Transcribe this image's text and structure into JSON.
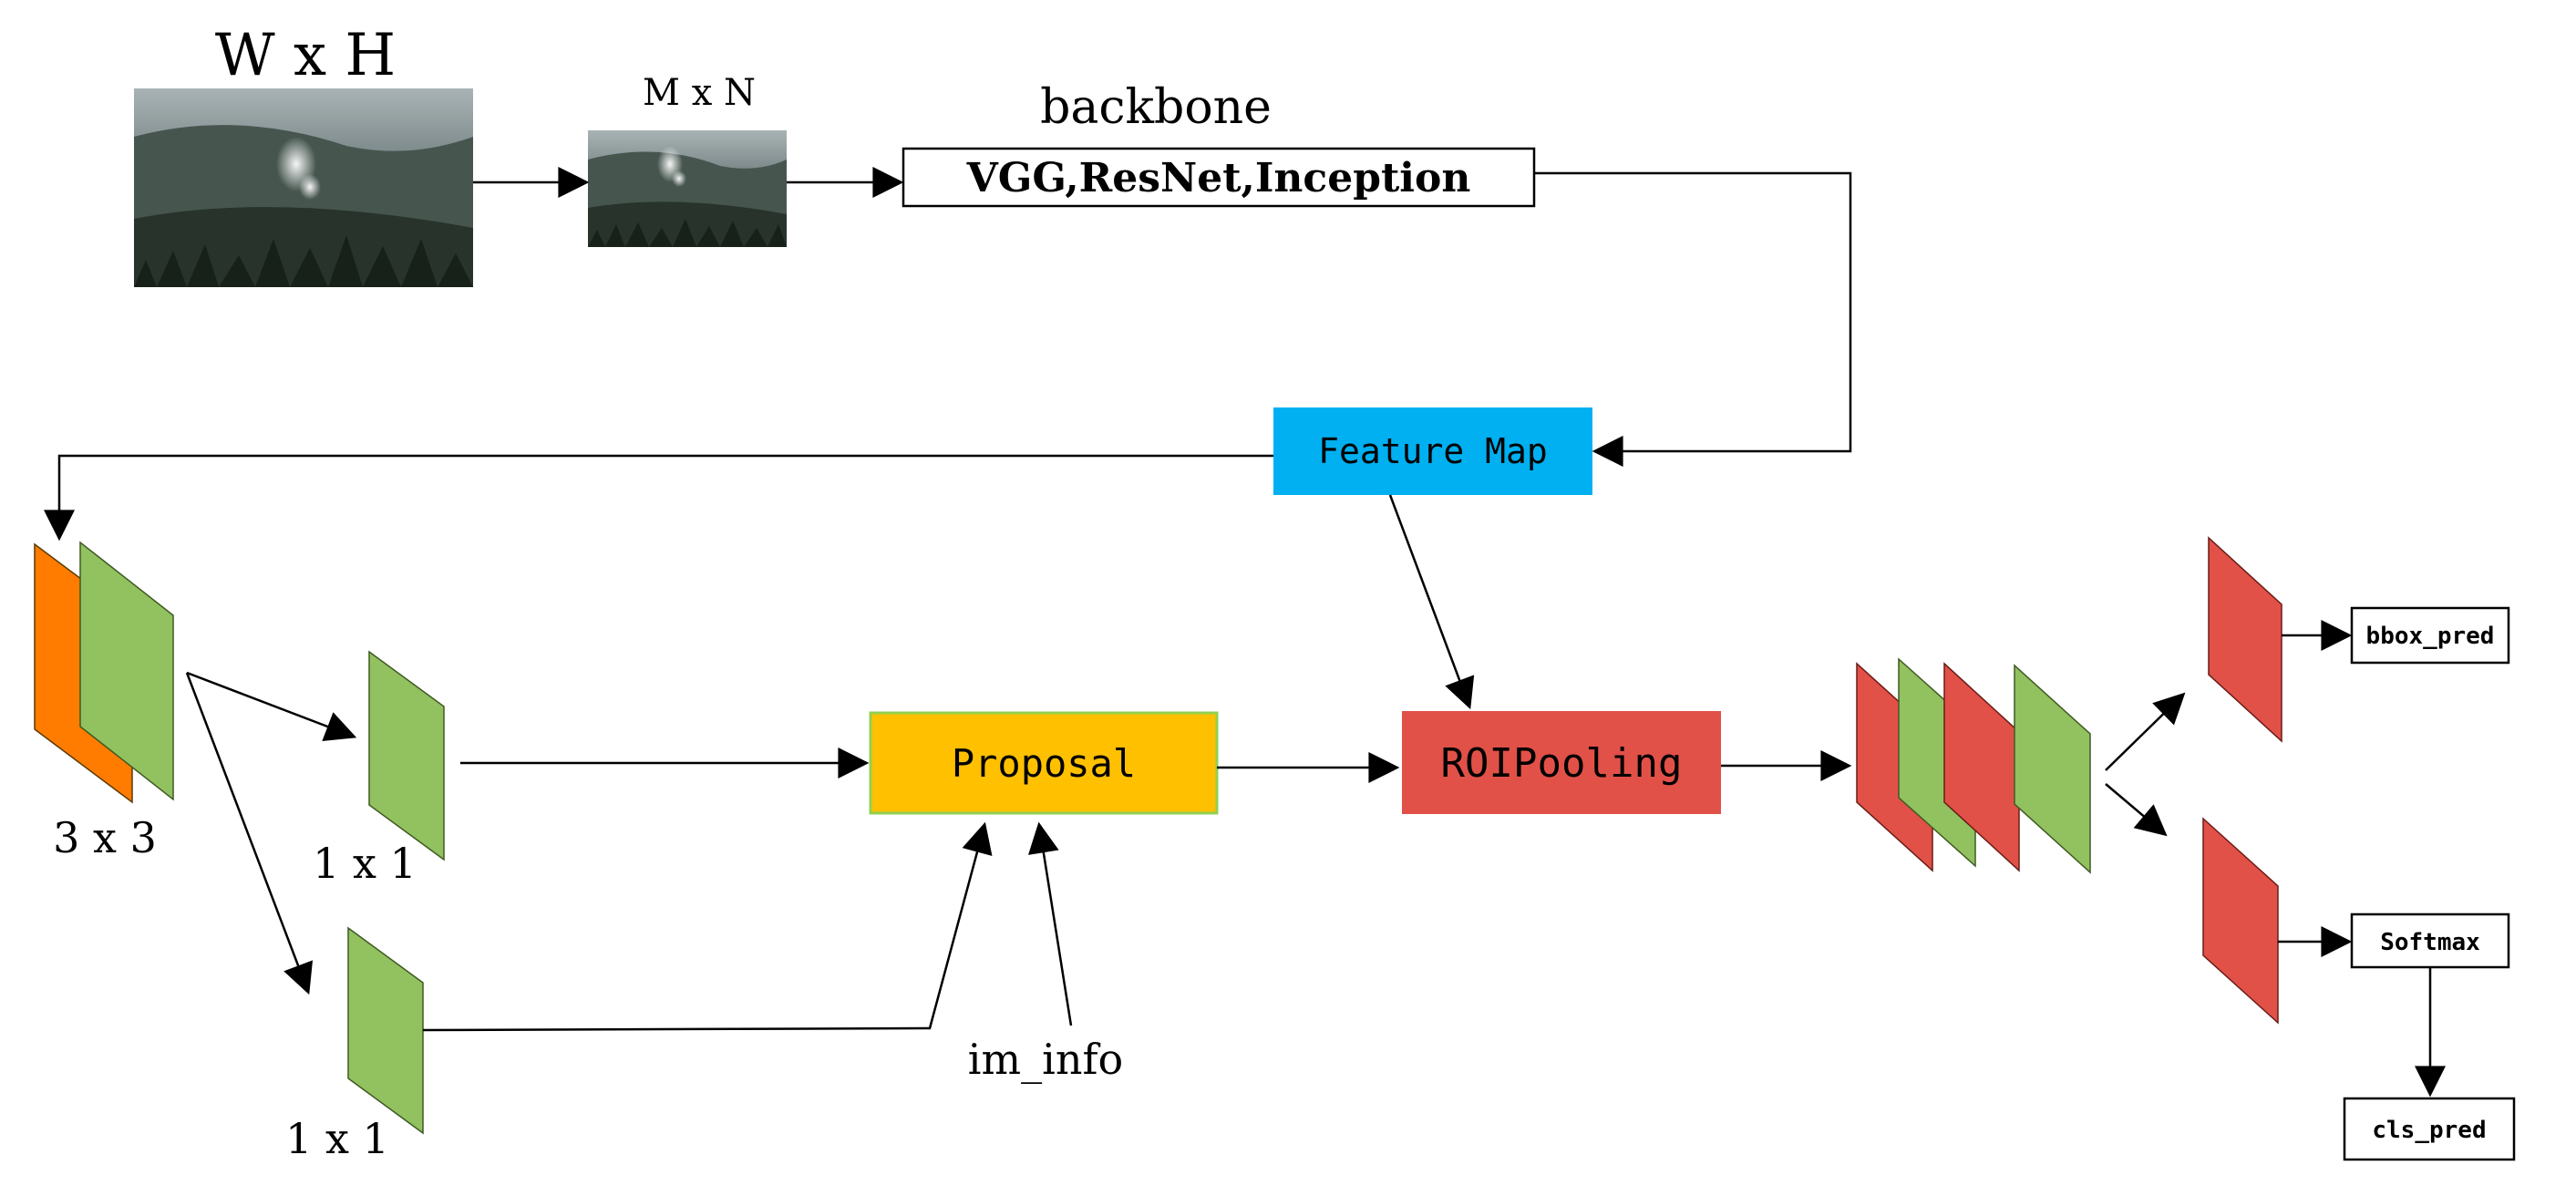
{
  "labels": {
    "input_size": "W x H",
    "resized_size": "M x N",
    "backbone_title": "backbone",
    "backbone_models": "VGG,ResNet,Inception",
    "feature_map": "Feature Map",
    "conv3x3": "3 x 3",
    "conv1x1_top": "1 x 1",
    "conv1x1_bottom": "1 x 1",
    "proposal": "Proposal",
    "im_info": "im_info",
    "roi_pooling": "ROIPooling",
    "bbox_pred": "bbox_pred",
    "softmax": "Softmax",
    "cls_pred": "cls_pred"
  },
  "colors": {
    "feature_map": "#00b0f0",
    "proposal": "#ffc000",
    "proposal_border": "#92d050",
    "roi_pooling": "#e15148",
    "green_layer": "#92c160",
    "red_layer": "#e15148",
    "orange_layer": "#ff7c00"
  },
  "icons": {
    "input_image": "forest-smoke-photo",
    "resized_image": "forest-smoke-photo"
  }
}
